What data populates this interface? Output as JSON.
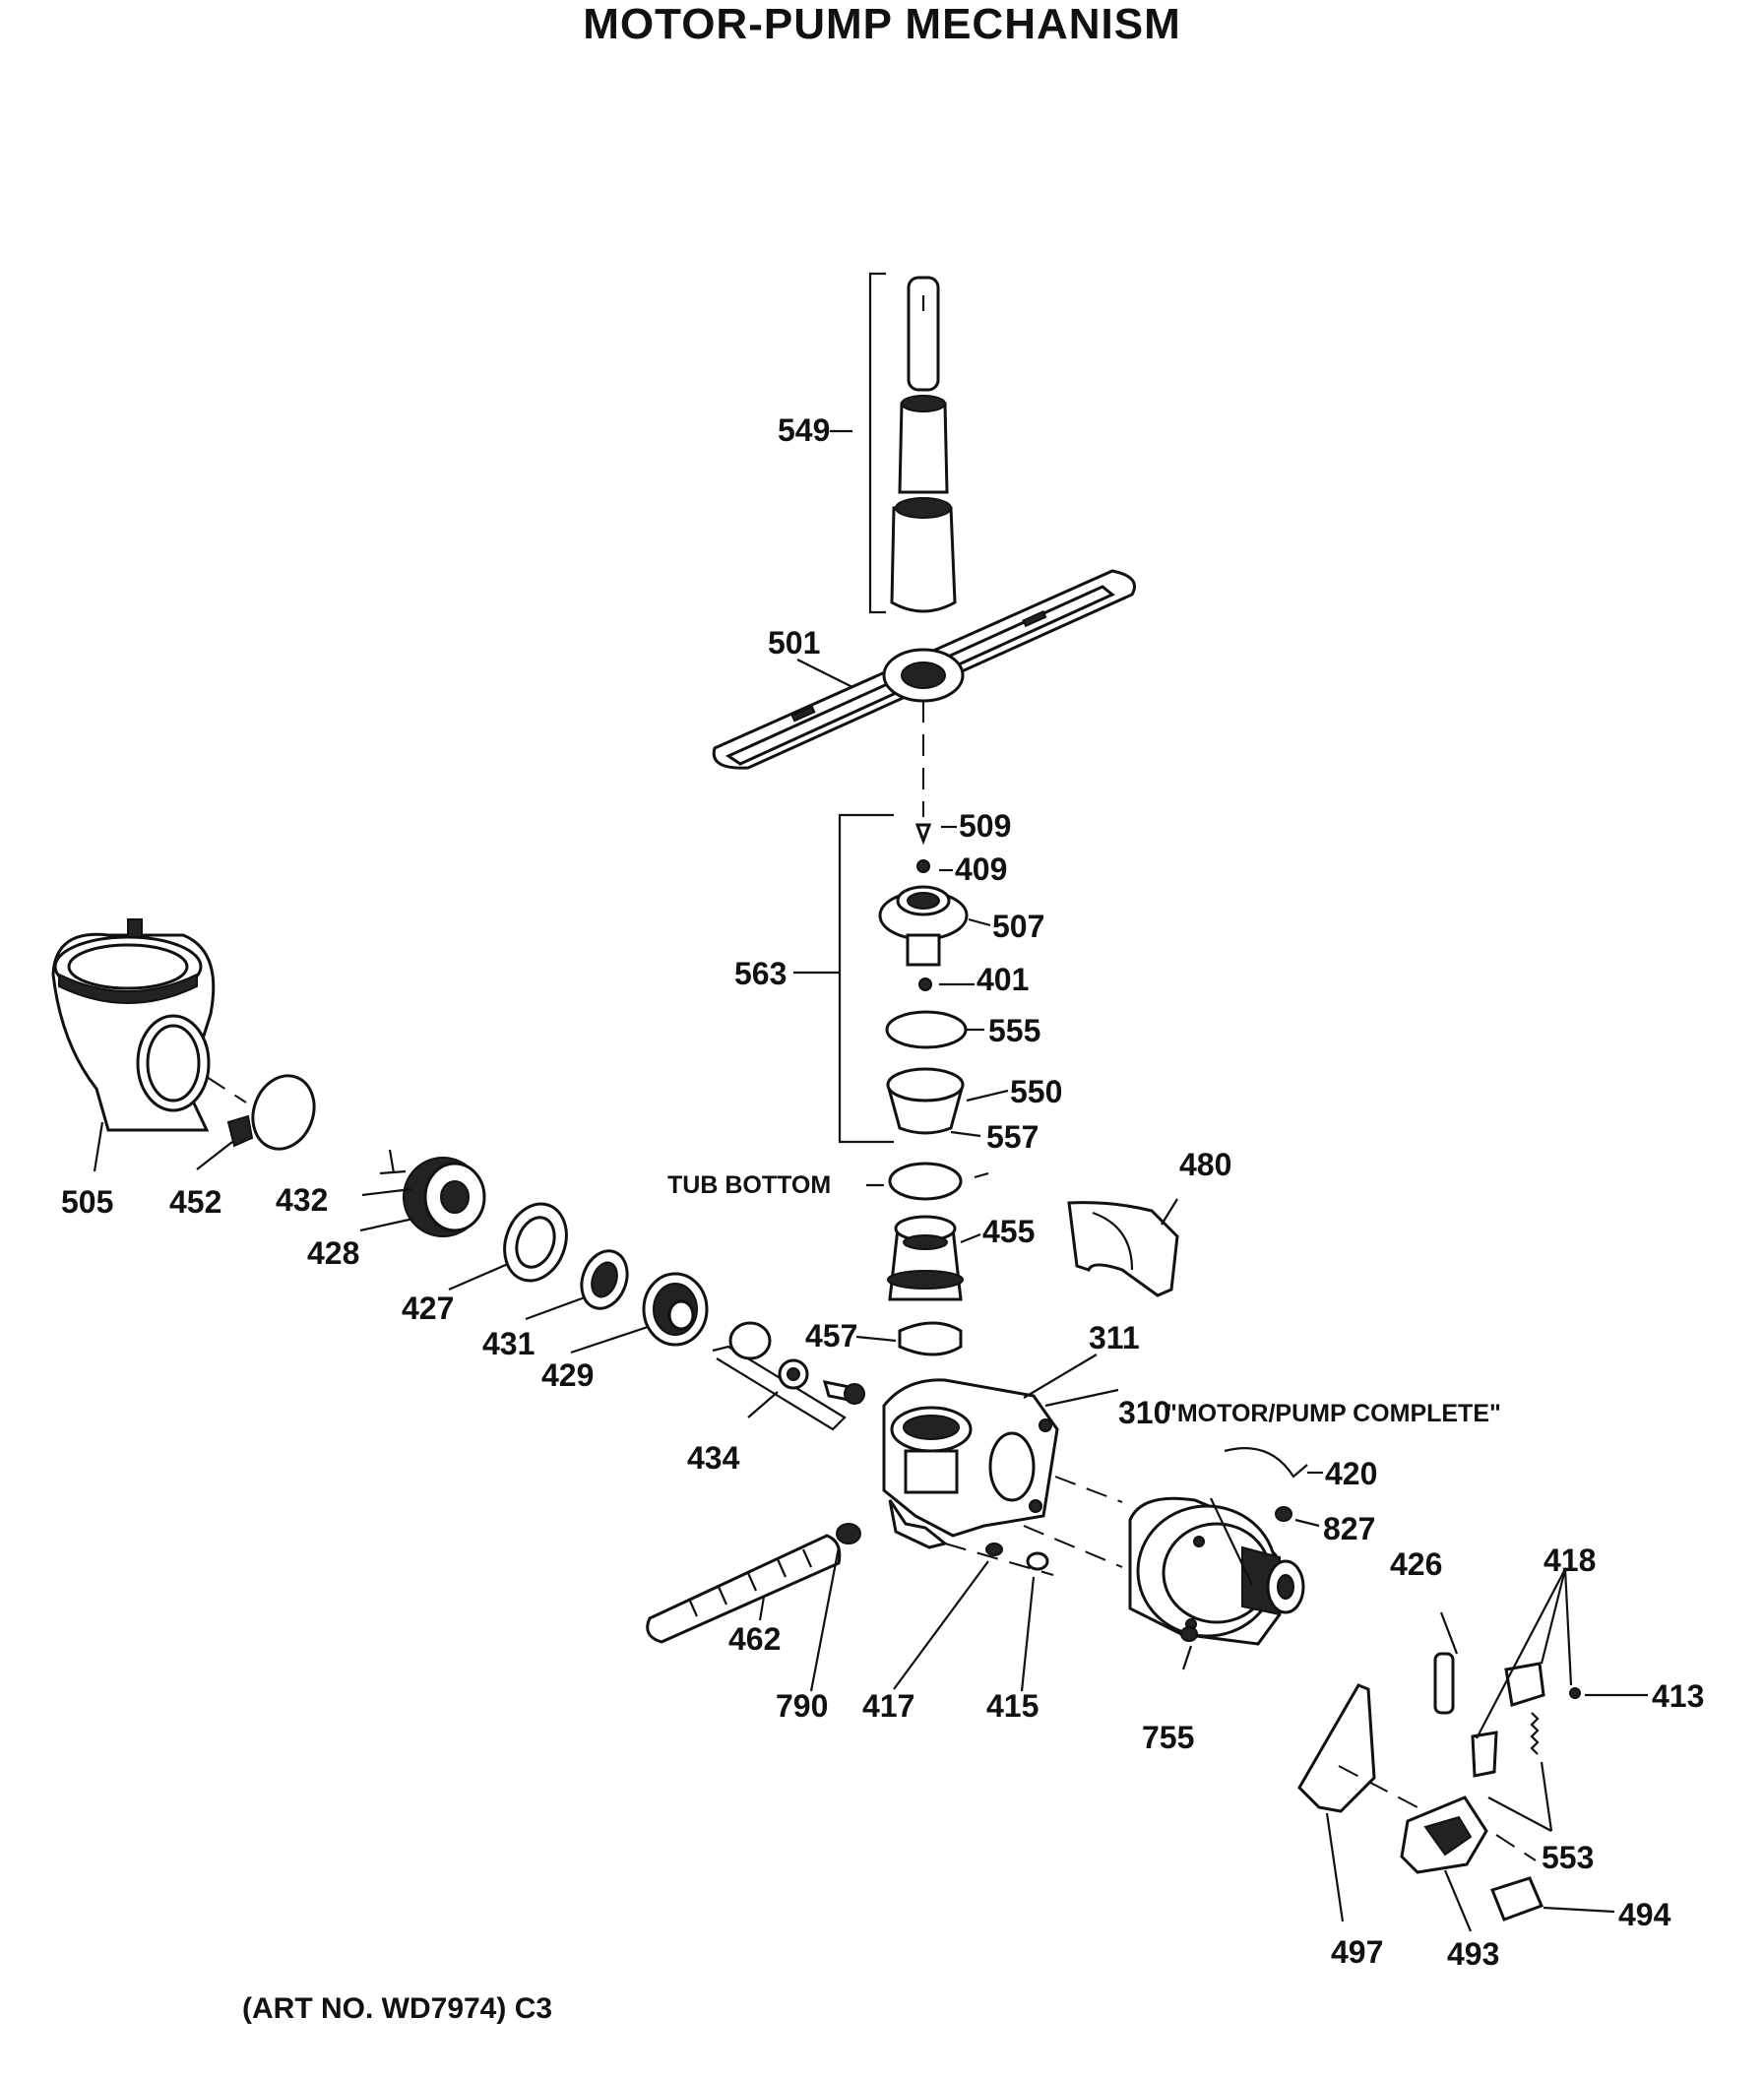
{
  "title": "MOTOR-PUMP MECHANISM",
  "art_number": "(ART NO. WD7974) C3",
  "annotations": {
    "tub_bottom": "TUB BOTTOM",
    "motor_pump_complete": "\"MOTOR/PUMP COMPLETE\""
  },
  "parts": {
    "p549": "549",
    "p501": "501",
    "p509": "509",
    "p409": "409",
    "p507": "507",
    "p563": "563",
    "p401": "401",
    "p555": "555",
    "p550": "550",
    "p557": "557",
    "p480": "480",
    "p455": "455",
    "p505": "505",
    "p452": "452",
    "p432": "432",
    "p428": "428",
    "p427": "427",
    "p431": "431",
    "p429": "429",
    "p457": "457",
    "p434": "434",
    "p311": "311",
    "p310": "310",
    "p420": "420",
    "p827": "827",
    "p426": "426",
    "p418": "418",
    "p413": "413",
    "p462": "462",
    "p790": "790",
    "p417": "417",
    "p415": "415",
    "p755": "755",
    "p553": "553",
    "p494": "494",
    "p497": "497",
    "p493": "493"
  }
}
